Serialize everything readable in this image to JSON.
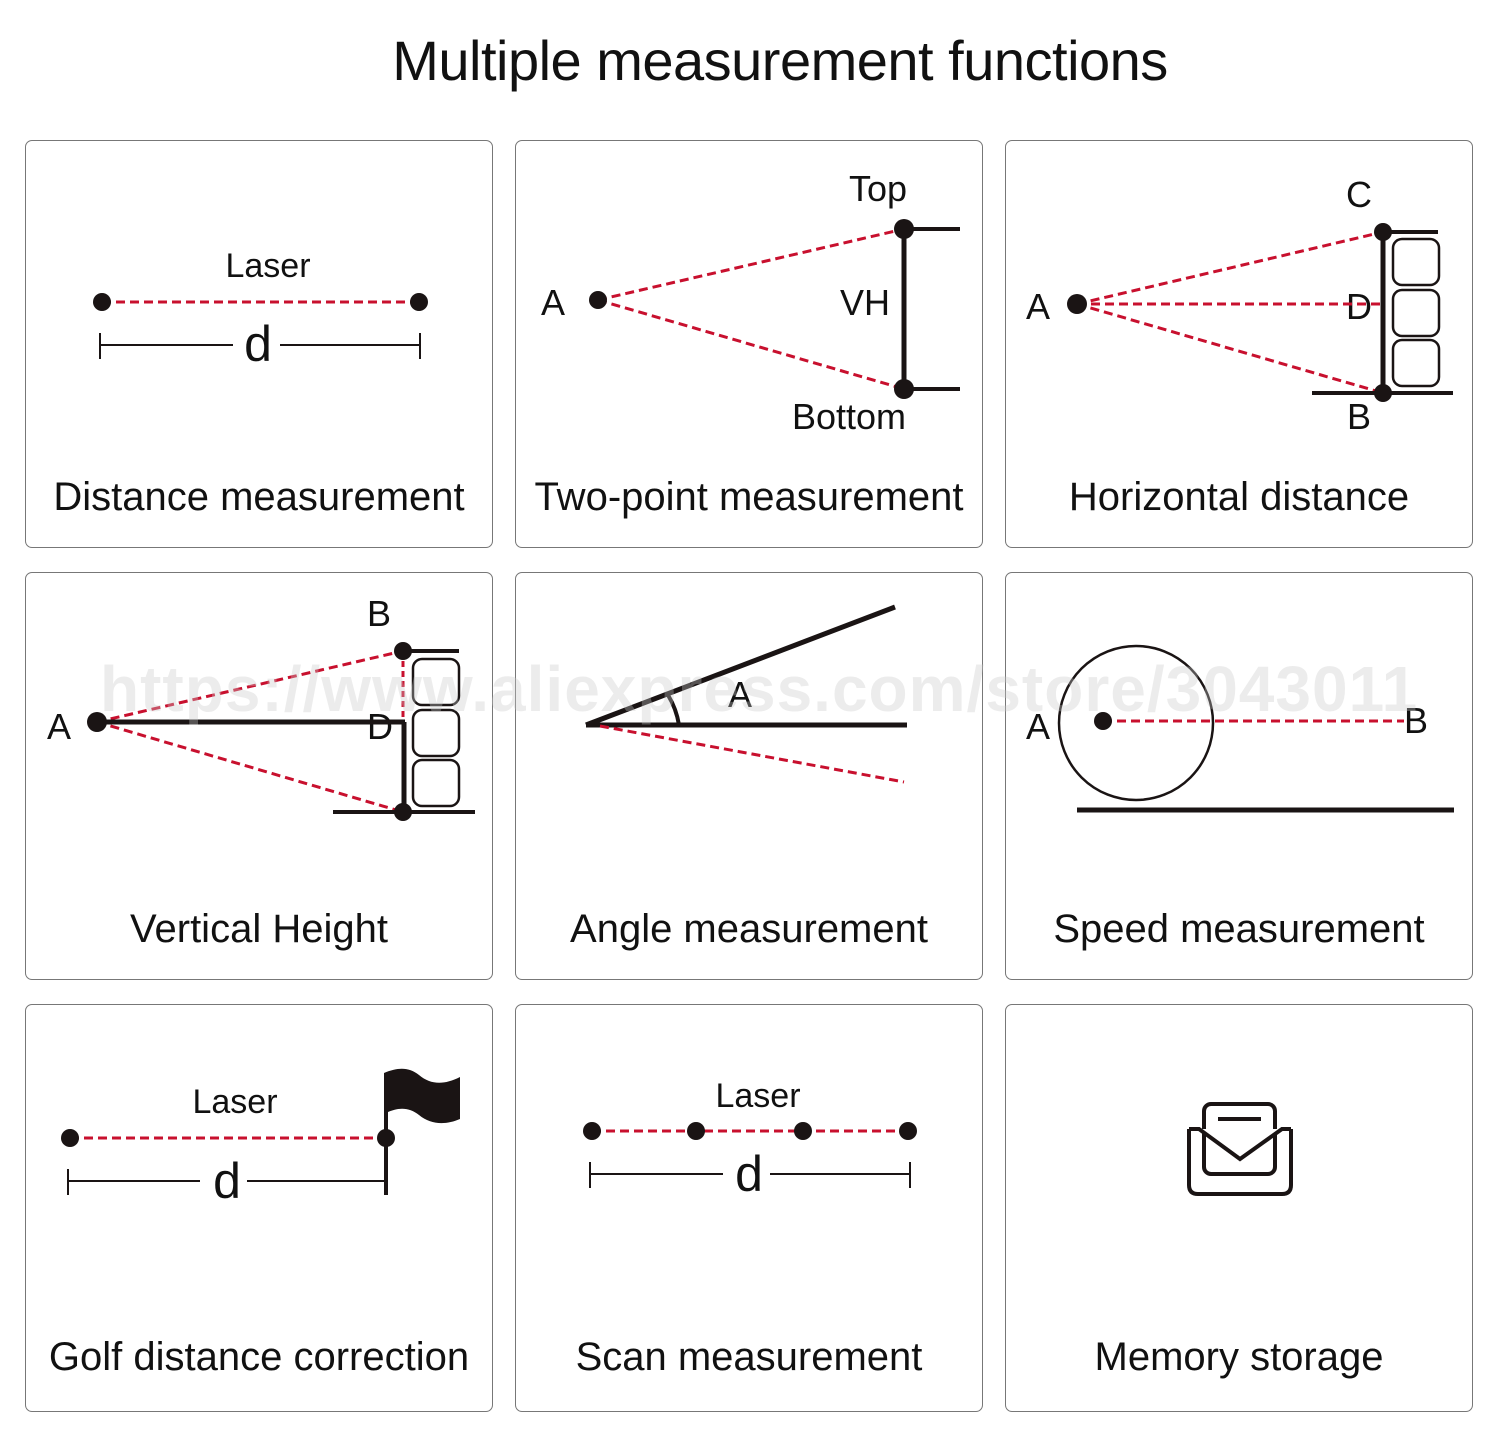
{
  "header": {
    "title": "Multiple measurement functions"
  },
  "colors": {
    "laser": "#c8102e",
    "ink": "#1a1414",
    "border": "#777777"
  },
  "cards": [
    {
      "caption": "Distance measurement",
      "labels": {
        "laser": "Laser",
        "distance": "d"
      }
    },
    {
      "caption": "Two-point measurement",
      "labels": {
        "top": "Top",
        "bottom": "Bottom",
        "origin": "A",
        "height": "VH"
      }
    },
    {
      "caption": "Horizontal distance",
      "labels": {
        "origin": "A",
        "top": "C",
        "middle": "D",
        "bottom": "B"
      }
    },
    {
      "caption": "Vertical Height",
      "labels": {
        "origin": "A",
        "top": "B",
        "middle": "D"
      }
    },
    {
      "caption": "Angle measurement",
      "labels": {
        "angle": "A"
      }
    },
    {
      "caption": "Speed measurement",
      "labels": {
        "start": "A",
        "end": "B"
      }
    },
    {
      "caption": "Golf distance correction",
      "labels": {
        "laser": "Laser",
        "distance": "d"
      },
      "icon": "flag-icon"
    },
    {
      "caption": "Scan measurement",
      "labels": {
        "laser": "Laser",
        "distance": "d"
      }
    },
    {
      "caption": "Memory storage",
      "icon": "envelope-icon"
    }
  ],
  "watermark": "https://www.aliexpress.com/store/3043011"
}
